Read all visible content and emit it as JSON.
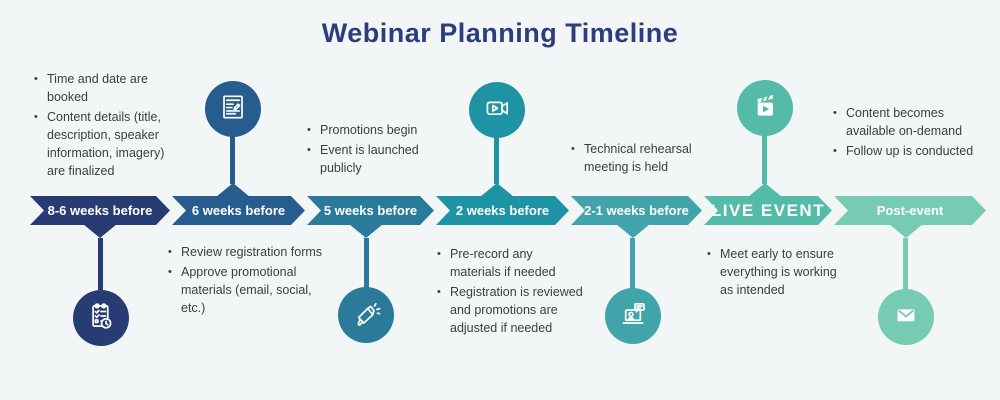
{
  "title": "Webinar Planning Timeline",
  "colors": {
    "background": "#f2f6f7",
    "title": "#2c3c7c",
    "note_text": "#3d3d3d",
    "segment_text": "#ffffff"
  },
  "milestones": [
    {
      "label": "8-6 weeks before",
      "color": "#283c74",
      "icon": "checklist-clock-icon",
      "icon_position": "below",
      "notes_position": "above",
      "notes": [
        "Time and date are booked",
        "Content details (title, description, speaker information, imagery) are finalized"
      ]
    },
    {
      "label": "6 weeks before",
      "color": "#275d8e",
      "icon": "registration-form-icon",
      "icon_position": "above",
      "notes_position": "below",
      "notes": [
        "Review registration forms",
        "Approve promotional materials (email, social, etc.)"
      ]
    },
    {
      "label": "5 weeks before",
      "color": "#2a7b99",
      "icon": "megaphone-icon",
      "icon_position": "below",
      "notes_position": "above",
      "notes": [
        "Promotions begin",
        "Event is launched publicly"
      ]
    },
    {
      "label": "2 weeks before",
      "color": "#1e93a4",
      "icon": "video-camera-icon",
      "icon_position": "above",
      "notes_position": "below",
      "notes": [
        "Pre-record any materials if needed",
        "Registration is reviewed and promotions are adjusted if needed"
      ]
    },
    {
      "label": "2-1 weeks before",
      "color": "#42a4ab",
      "icon": "laptop-webinar-icon",
      "icon_position": "below",
      "notes_position": "above",
      "notes": [
        "Technical rehearsal meeting is held"
      ]
    },
    {
      "label": "LIVE EVENT",
      "color": "#53bba7",
      "icon": "clapperboard-icon",
      "icon_position": "above",
      "notes_position": "below",
      "notes": [
        "Meet early to ensure everything is working as intended"
      ]
    },
    {
      "label": "Post-event",
      "color": "#78cbb3",
      "icon": "envelope-icon",
      "icon_position": "below",
      "notes_position": "above",
      "notes": [
        "Content becomes available on-demand",
        "Follow up is conducted"
      ]
    }
  ]
}
